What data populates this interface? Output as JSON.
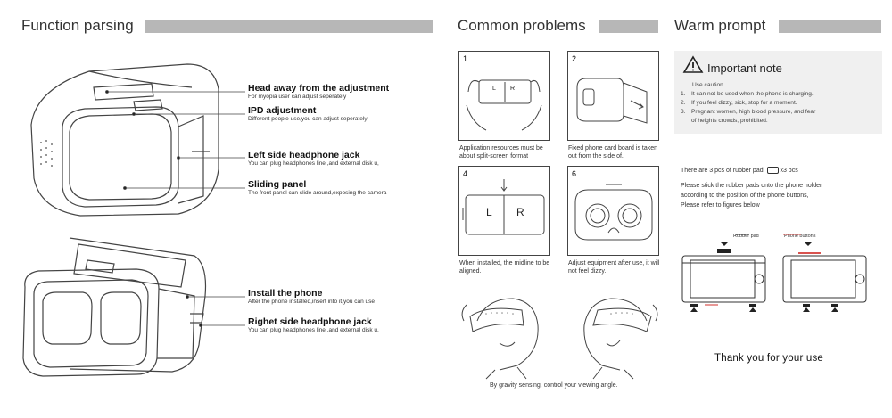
{
  "sections": {
    "function_parsing": "Function parsing",
    "common_problems": "Common problems",
    "warm_prompt": "Warm prompt"
  },
  "features": [
    {
      "title": "Head away from the adjustment",
      "desc": "For myopia user can adjust seperately"
    },
    {
      "title": "IPD adjustment",
      "desc": "Different people use,you can adjust seperately"
    },
    {
      "title": "Left side headphone jack",
      "desc": "You can plug headphones line ,and external disk u,"
    },
    {
      "title": "Sliding panel",
      "desc": "The front panel can slide around,exposing the camera"
    },
    {
      "title": "Install the phone",
      "desc": "After the phone installed,insert into it,you can use"
    },
    {
      "title": "Righet side headphone jack",
      "desc": "You can plug headphones line ,and external disk u,"
    }
  ],
  "problems": [
    {
      "num": "1",
      "caption": "Application resources must be about split-screen format",
      "screen_left": "L",
      "screen_right": "R"
    },
    {
      "num": "2",
      "caption": "Fixed phone card board is taken out from the side of."
    },
    {
      "num": "4",
      "caption": "When installed, the midline to be aligned.",
      "screen_left": "L",
      "screen_right": "R"
    },
    {
      "num": "6",
      "caption": "Adjust equipment after use, it will not feel dizzy."
    }
  ],
  "gravity_caption": "By gravity sensing, control your viewing angle.",
  "warning": {
    "title": "Important note",
    "subtitle": "Use caution",
    "items": [
      {
        "num": "1.",
        "text": "It can not be used when the phone is charging."
      },
      {
        "num": "2.",
        "text": "If you feel dizzy, sick, stop for a moment."
      },
      {
        "num": "3.",
        "text": "Pregnant women, high blood pressure, and fear"
      },
      {
        "num": "",
        "text": "of heights crowds, prohibited."
      }
    ]
  },
  "rubber_pad": {
    "line1_prefix": "There are 3 pcs of rubber pad,",
    "line1_suffix": "x3 pcs",
    "line2": "Please stick the rubber pads onto the phone holder",
    "line3": "according to the position of the phone buttons,",
    "line4": "Please refer to figures below",
    "label_pad": "Rubber pad",
    "label_buttons": "Phone buttons"
  },
  "thanks": "Thank you for your use",
  "colors": {
    "bar": "#b7b7b7",
    "panel": "#f0f0f0",
    "accent_red": "#d9534f"
  }
}
